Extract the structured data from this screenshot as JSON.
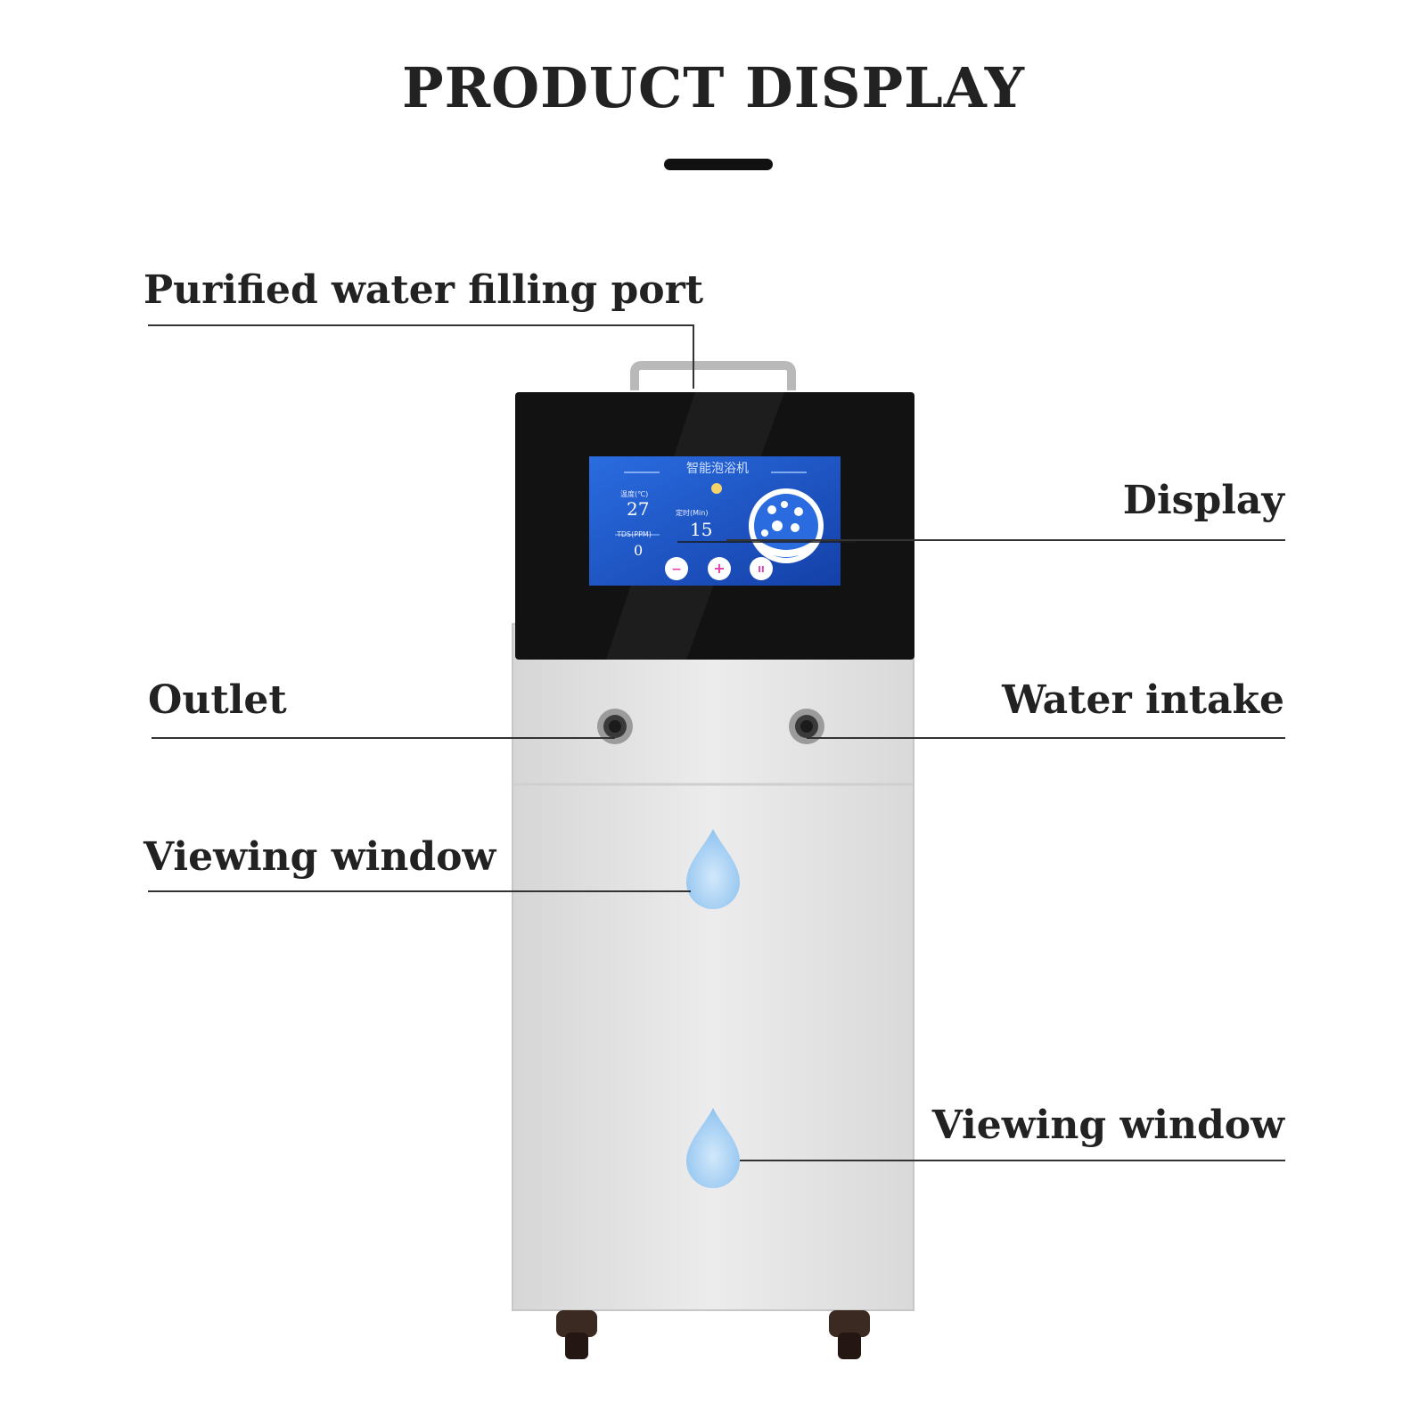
{
  "title": "PRODUCT DISPLAY",
  "callouts": {
    "filling_port": "Purified water filling port",
    "display": "Display",
    "outlet": "Outlet",
    "water_intake": "Water intake",
    "viewing_window_left": "Viewing window",
    "viewing_window_right": "Viewing window"
  },
  "screen": {
    "title": "智能泡浴机",
    "temp_label": "温度(℃)",
    "temp_value": "27",
    "timer_label": "定时(Min)",
    "timer_value": "15",
    "tds_label": "TDS(PPM)",
    "tds_value": "0",
    "minus": "−",
    "plus": "+",
    "pause": "II"
  },
  "colors": {
    "text": "#222222",
    "body": "#e3e3e3",
    "panel": "#111111",
    "screen": "#1f56c9",
    "drop": "#9ccbf0",
    "button_icon": "#e040a8"
  }
}
